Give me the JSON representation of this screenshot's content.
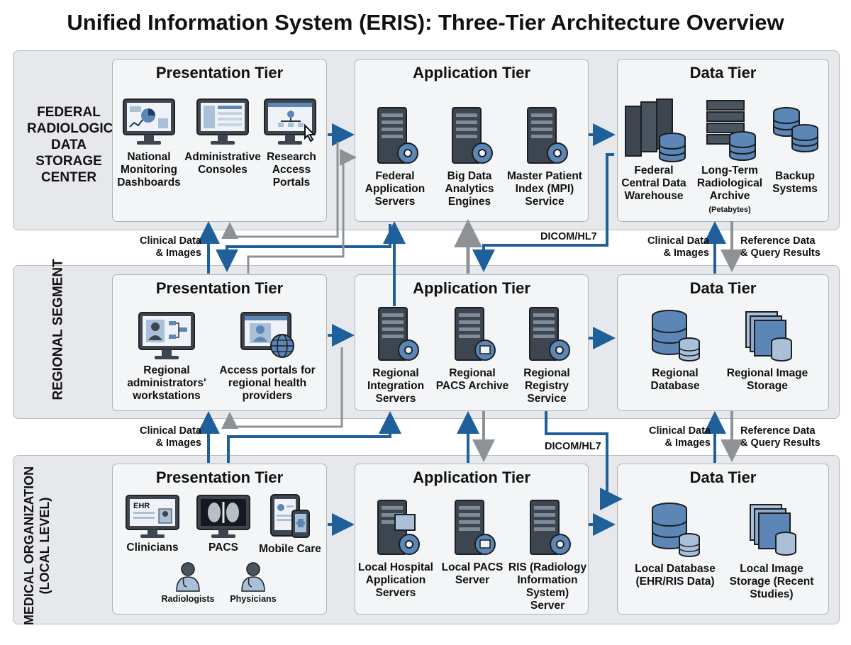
{
  "title": "Unified Information System (ERIS): Three-Tier Architecture Overview",
  "segments": {
    "federal": "FEDERAL RADIOLOGICAL DATA STORAGE CENTER",
    "regional": "REGIONAL SEGMENT",
    "local": "MEDICAL ORGANIZATION (LOCAL LEVEL)"
  },
  "tiers": {
    "presentation": "Presentation Tier",
    "application": "Application Tier",
    "data": "Data Tier"
  },
  "federal": {
    "presentation": [
      "National Monitoring Dashboards",
      "Administrative Consoles",
      "Research Access Portals"
    ],
    "application": [
      "Federal Application Servers",
      "Big Data Analytics Engines",
      "Master Patient Index (MPI) Service"
    ],
    "data": [
      "Federal Central Data Warehouse",
      "Long-Term Radiological Archive",
      "(Petabytes)",
      "Backup Systems"
    ]
  },
  "regional": {
    "presentation": [
      "Regional administrators' workstations",
      "Access portals for regional health providers"
    ],
    "application": [
      "Regional Integration Servers",
      "Regional PACS Archive",
      "Regional Registry Service"
    ],
    "data": [
      "Regional Database",
      "Regional Image Storage"
    ]
  },
  "local": {
    "presentation": [
      "Clinicians",
      "PACS",
      "Mobile Care",
      "Radiologists",
      "Physicians",
      "EHR"
    ],
    "application": [
      "Local Hospital Application Servers",
      "Local PACS Server",
      "RIS (Radiology Information System) Server"
    ],
    "data": [
      "Local Database (EHR/RIS Data)",
      "Local Image Storage (Recent Studies)"
    ]
  },
  "flows": {
    "clinical": "Clinical Data & Images",
    "reference": "Reference Data & Query Results",
    "dicom": "DICOM/HL7"
  },
  "colors": {
    "blue_arrow": "#1f5f9a",
    "gray_arrow": "#8e9297",
    "icon_blue": "#5b86b5",
    "segment_bg": "#e6e8eb"
  }
}
